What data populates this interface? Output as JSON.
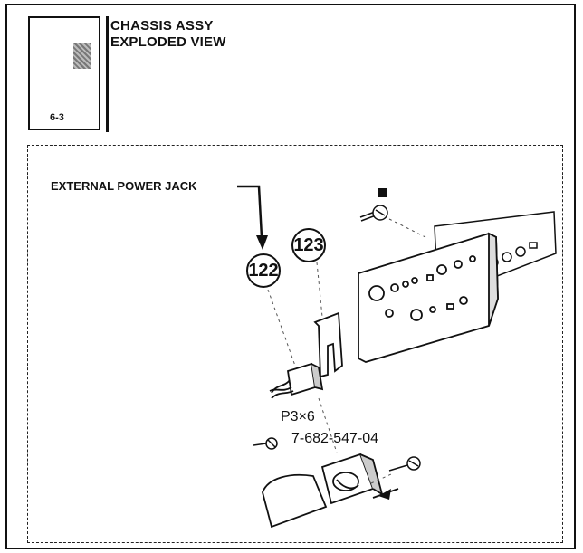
{
  "header": {
    "thumbnail_page": "6-3",
    "title_line1": "CHASSIS ASSY",
    "title_line2": "EXPLODED VIEW"
  },
  "diagram": {
    "callout_label": "EXTERNAL POWER JACK",
    "balloons": [
      "122",
      "123"
    ],
    "screw_size": "P3×6",
    "part_number": "7-682-547-04"
  }
}
